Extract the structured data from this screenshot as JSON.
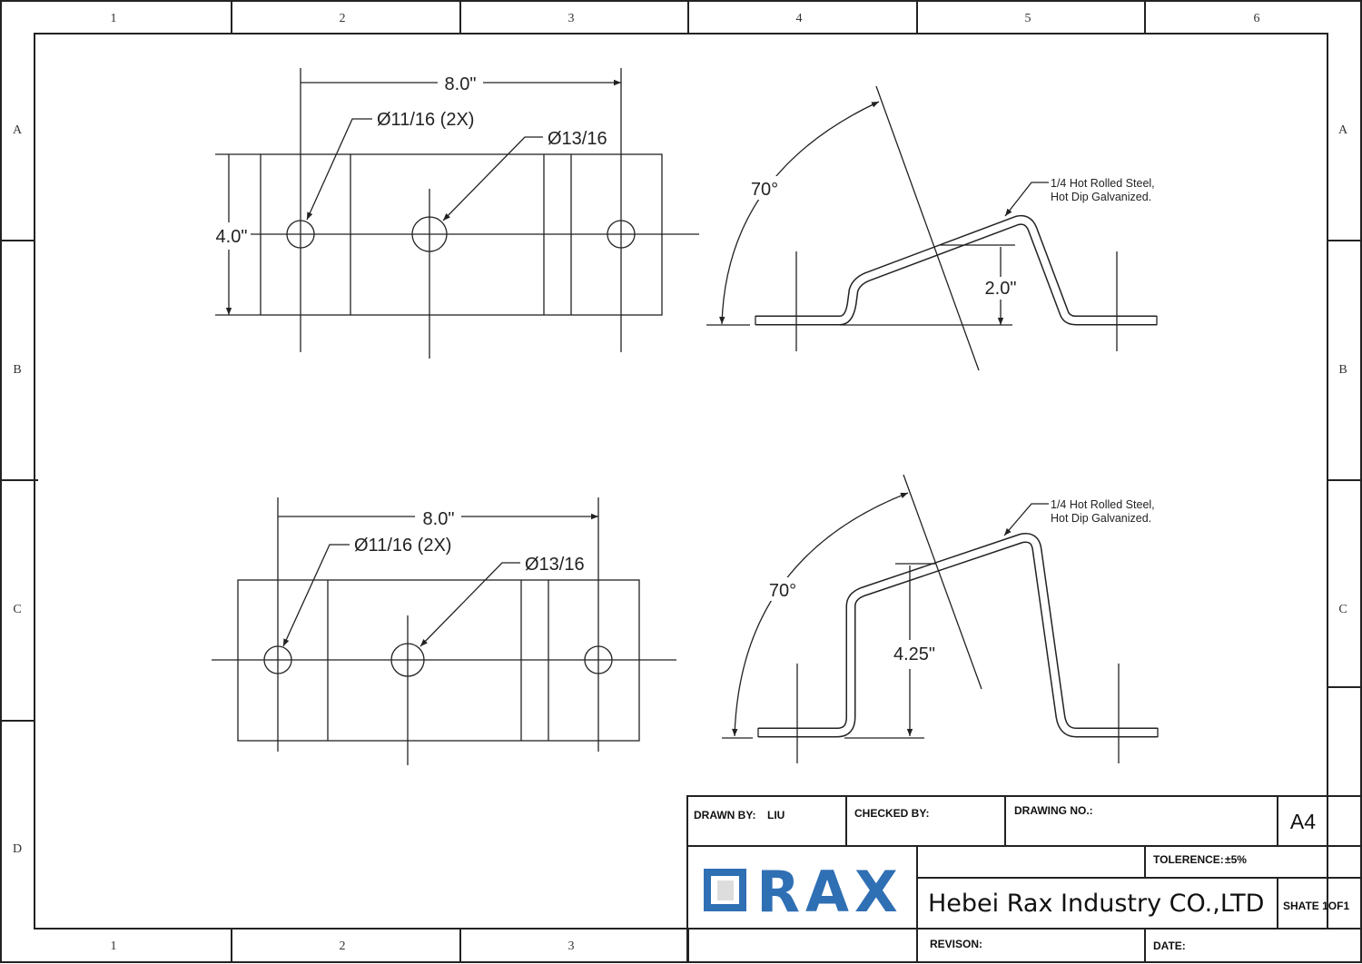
{
  "grid": {
    "columns": [
      "1",
      "2",
      "3",
      "4",
      "5",
      "6"
    ],
    "rows": [
      "A",
      "B",
      "C",
      "D"
    ],
    "bottom_columns": [
      "1",
      "2",
      "3"
    ]
  },
  "view_top_plan": {
    "length": "8.0\"",
    "width": "4.0\"",
    "hole_small": "Ø11/16 (2X)",
    "hole_large": "Ø13/16"
  },
  "view_top_side": {
    "angle": "70°",
    "height": "2.0\"",
    "material_line1": "1/4 Hot Rolled Steel,",
    "material_line2": "Hot Dip Galvanized."
  },
  "view_bottom_plan": {
    "length": "8.0\"",
    "hole_small": "Ø11/16 (2X)",
    "hole_large": "Ø13/16"
  },
  "view_bottom_side": {
    "angle": "70°",
    "height": "4.25\"",
    "material_line1": "1/4 Hot Rolled Steel,",
    "material_line2": "Hot Dip Galvanized."
  },
  "title_block": {
    "drawn_by_label": "DRAWN BY:",
    "drawn_by": "LIU",
    "checked_by_label": "CHECKED BY:",
    "drawing_no_label": "DRAWING NO.:",
    "size": "A4",
    "tolerance_label": "TOLERENCE:",
    "tolerance": "±5%",
    "company": "Hebei Rax Industry CO.,LTD",
    "sheet": "SHATE 1OF1",
    "revision_label": "REVISON:",
    "date_label": "DATE:",
    "logo_text": "RAX",
    "logo_color": "#2f6fb4"
  }
}
